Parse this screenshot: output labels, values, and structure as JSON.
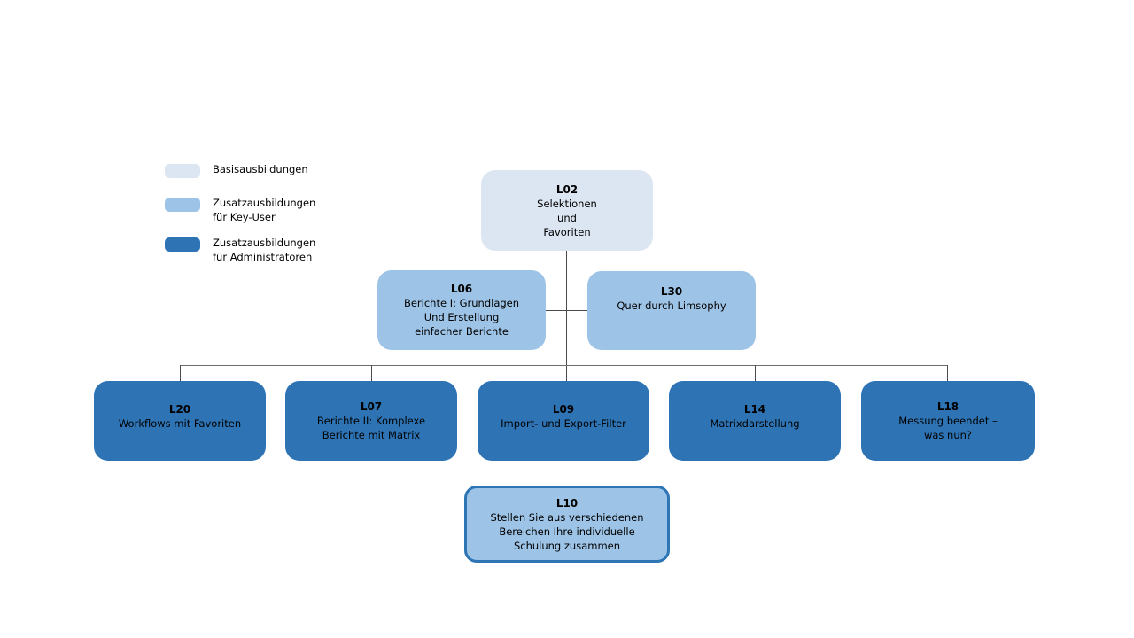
{
  "colors": {
    "background": "#FFFFFF",
    "basis_fill": "#DCE6F2",
    "key_user_fill": "#9DC3E6",
    "admin_fill": "#2E74B5",
    "l10_border": "#2E75B6",
    "connector": "#4A4A4A",
    "text": "#000000"
  },
  "legend": {
    "items": [
      {
        "id": "basis",
        "label": "Basisausbildungen",
        "color": "#DCE6F2"
      },
      {
        "id": "key-user",
        "label": "Zusatzausbildungen\nfür Key-User",
        "color": "#9DC3E6"
      },
      {
        "id": "admin",
        "label": "Zusatzausbildungen\nfür Administratoren",
        "color": "#2E74B5"
      }
    ]
  },
  "nodes": {
    "l02": {
      "code": "L02",
      "body": "Selektionen\nund\nFavoriten",
      "type": "basis"
    },
    "l06": {
      "code": "L06",
      "body": "Berichte I: Grundlagen\nUnd Erstellung\neinfacher Berichte",
      "type": "key-user"
    },
    "l30": {
      "code": "L30",
      "body": "Quer durch Limsophy",
      "type": "key-user"
    },
    "l20": {
      "code": "L20",
      "body": "Workflows mit Favoriten",
      "type": "admin"
    },
    "l07": {
      "code": "L07",
      "body": "Berichte II: Komplexe\nBerichte mit Matrix",
      "type": "admin"
    },
    "l09": {
      "code": "L09",
      "body": "Import- und Export-Filter",
      "type": "admin"
    },
    "l14": {
      "code": "L14",
      "body": "Matrixdarstellung",
      "type": "admin"
    },
    "l18": {
      "code": "L18",
      "body": "Messung beendet –\nwas nun?",
      "type": "admin"
    },
    "l10": {
      "code": "L10",
      "body": "Stellen Sie aus verschiedenen\nBereichen Ihre individuelle\nSchulung zusammen",
      "type": "key-user"
    }
  }
}
